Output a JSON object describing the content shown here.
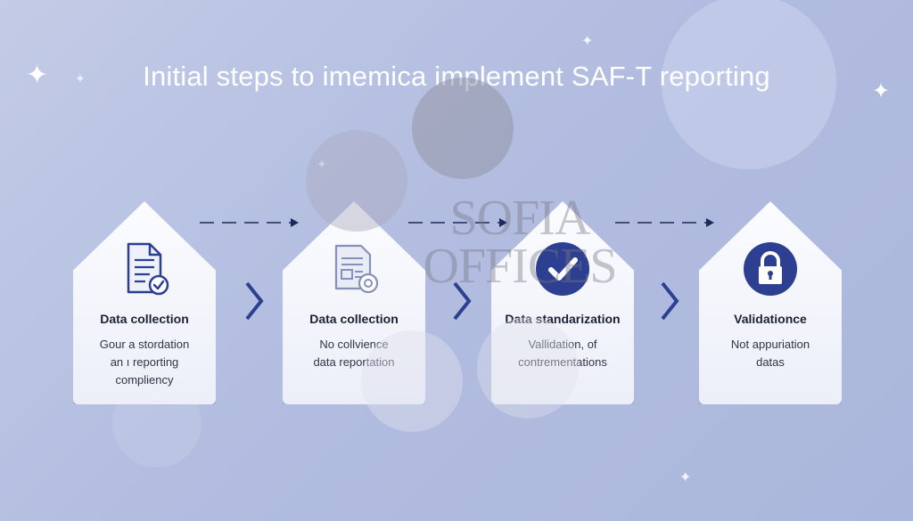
{
  "title": "Initial steps to imemica implement SAF-T reporting",
  "watermark": {
    "line1": "SOFIA",
    "line2": "OFFICES"
  },
  "steps": [
    {
      "title": "Data collection",
      "description": "Gour a stordation\nan ı reporting\ncompliency",
      "icon": "document-check-icon"
    },
    {
      "title": "Data collection",
      "description": "No collvience\ndata reportation",
      "icon": "document-gear-icon"
    },
    {
      "title": "Data standarization",
      "description": "Vallidation, of\ncontrementations",
      "icon": "checkmark-circle-icon"
    },
    {
      "title": "Validationce",
      "description": "Not appuriation\ndatas",
      "icon": "padlock-icon"
    }
  ],
  "colors": {
    "accent": "#2d3f91",
    "title_text": "#ffffff",
    "card_text": "#1c2233"
  }
}
